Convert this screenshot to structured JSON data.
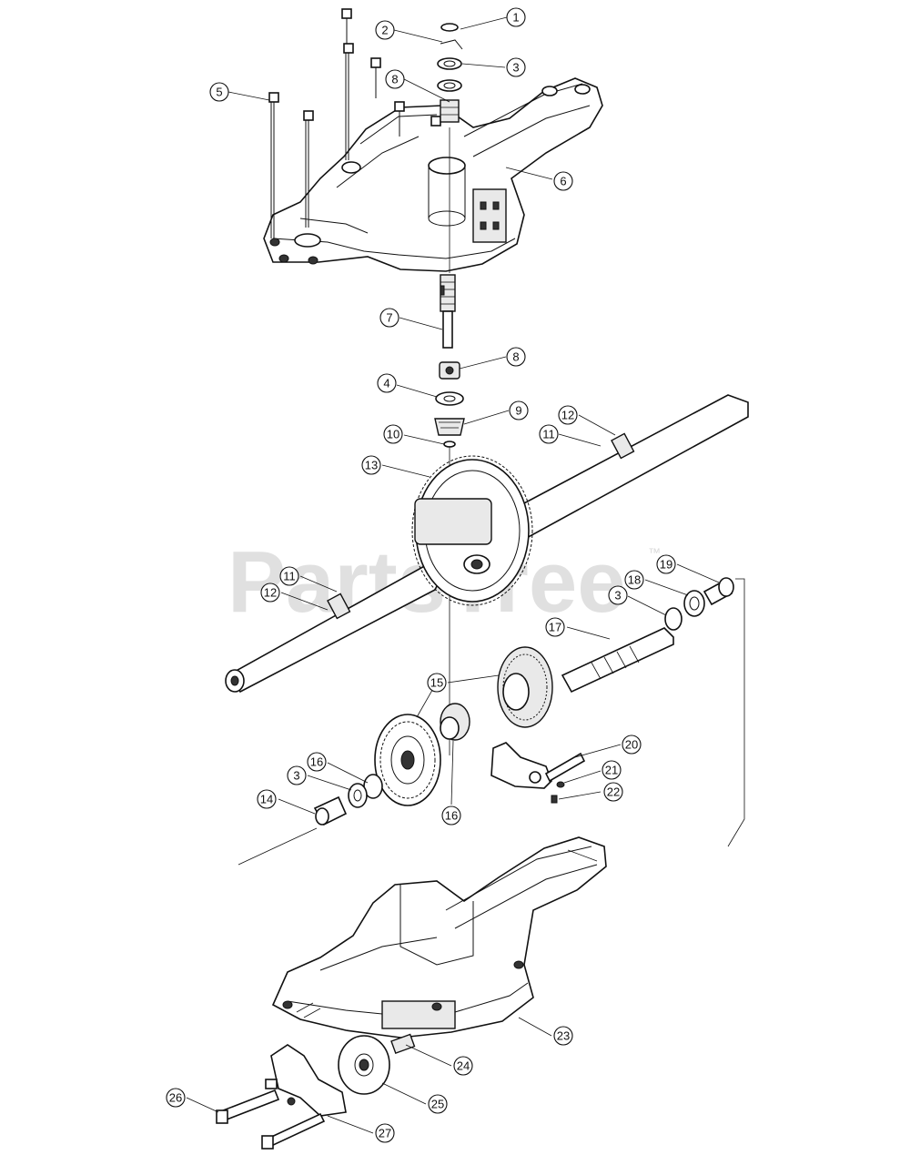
{
  "watermark": {
    "text": "PartsTree",
    "trademark": "™"
  },
  "callouts": [
    {
      "id": "c1",
      "label": "1"
    },
    {
      "id": "c2",
      "label": "2"
    },
    {
      "id": "c3a",
      "label": "3"
    },
    {
      "id": "c8a",
      "label": "8"
    },
    {
      "id": "c5",
      "label": "5"
    },
    {
      "id": "c6",
      "label": "6"
    },
    {
      "id": "c7",
      "label": "7"
    },
    {
      "id": "c8b",
      "label": "8"
    },
    {
      "id": "c4",
      "label": "4"
    },
    {
      "id": "c9",
      "label": "9"
    },
    {
      "id": "c10",
      "label": "10"
    },
    {
      "id": "c12a",
      "label": "12"
    },
    {
      "id": "c11a",
      "label": "11"
    },
    {
      "id": "c13",
      "label": "13"
    },
    {
      "id": "c19",
      "label": "19"
    },
    {
      "id": "c18",
      "label": "18"
    },
    {
      "id": "c11b",
      "label": "11"
    },
    {
      "id": "c12b",
      "label": "12"
    },
    {
      "id": "c3b",
      "label": "3"
    },
    {
      "id": "c17",
      "label": "17"
    },
    {
      "id": "c15",
      "label": "15"
    },
    {
      "id": "c20",
      "label": "20"
    },
    {
      "id": "c16a",
      "label": "16"
    },
    {
      "id": "c21",
      "label": "21"
    },
    {
      "id": "c3c",
      "label": "3"
    },
    {
      "id": "c22",
      "label": "22"
    },
    {
      "id": "c14",
      "label": "14"
    },
    {
      "id": "c16b",
      "label": "16"
    },
    {
      "id": "c23",
      "label": "23"
    },
    {
      "id": "c24",
      "label": "24"
    },
    {
      "id": "c26",
      "label": "26"
    },
    {
      "id": "c25",
      "label": "25"
    },
    {
      "id": "c27",
      "label": "27"
    }
  ]
}
